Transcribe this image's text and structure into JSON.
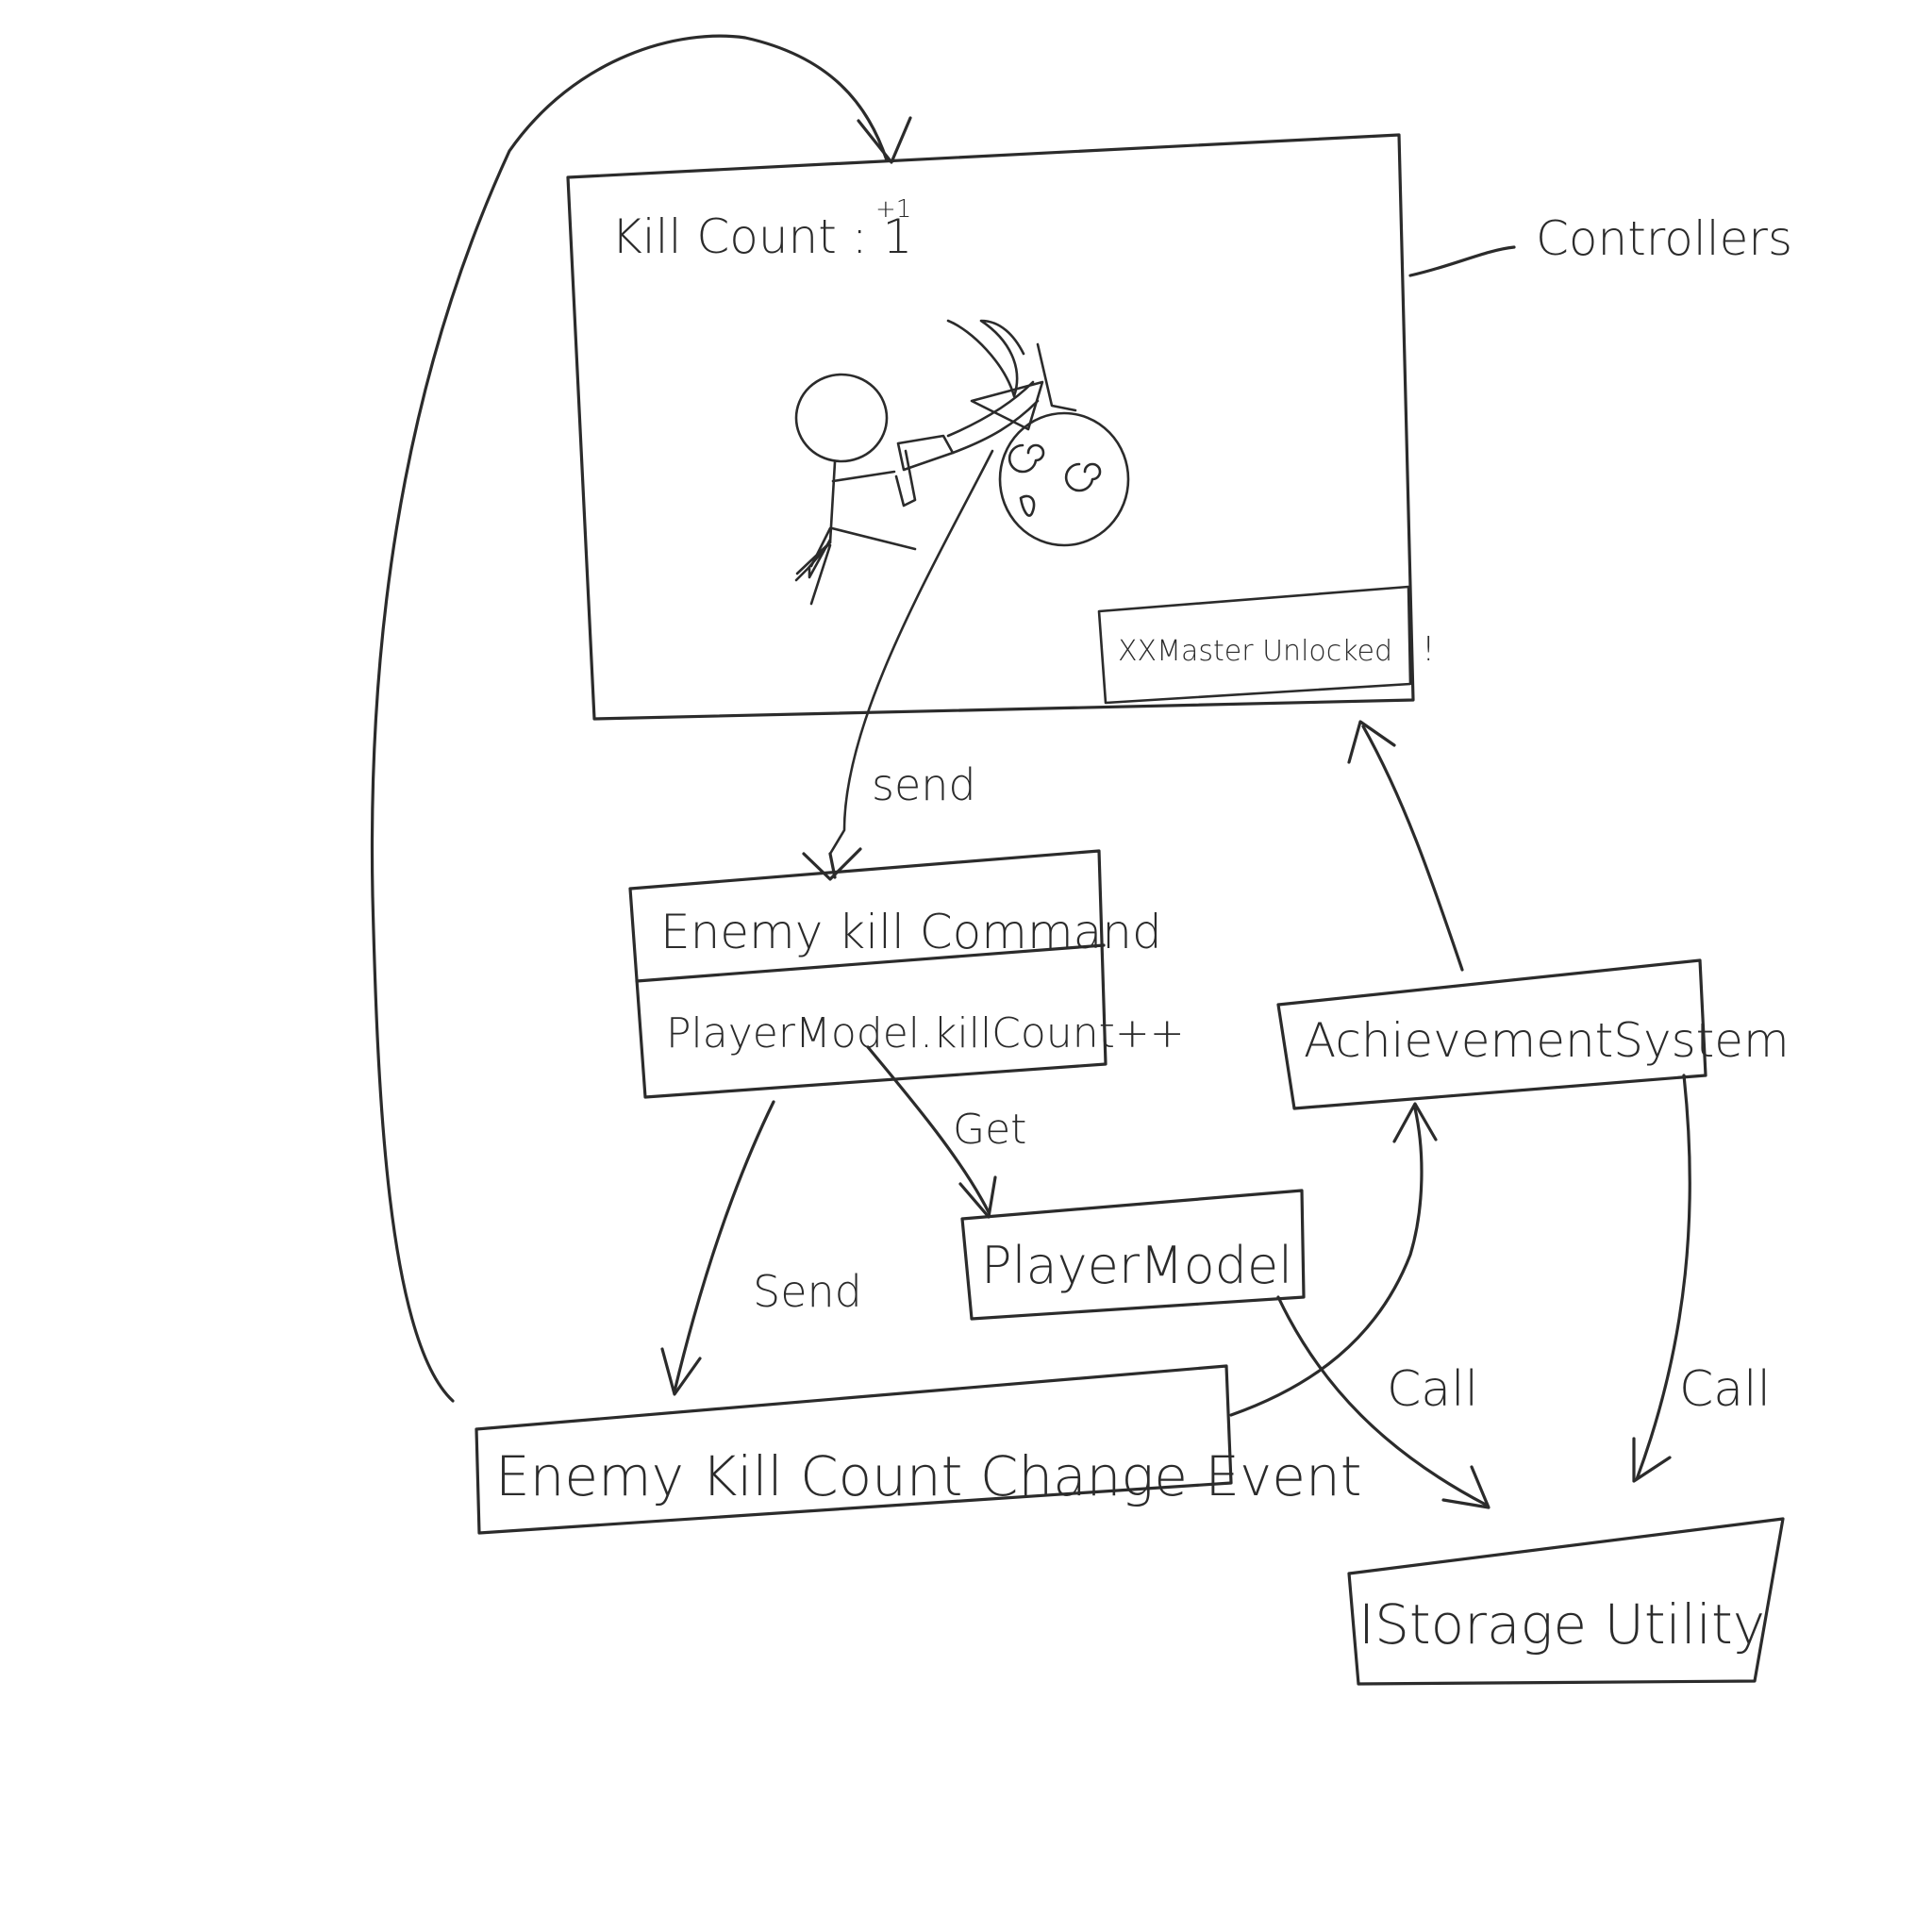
{
  "diagram": {
    "screen": {
      "kill_count_text": "Kill Count : 1",
      "kill_count_increment": "+1",
      "popup_text": "XXMaster Unlocked",
      "popup_exclaim": "!"
    },
    "labels": {
      "controllers": "Controllers",
      "send_top": "send",
      "send_left": "Send",
      "get": "Get",
      "call_model": "Call",
      "call_achievement": "Call"
    },
    "nodes": {
      "command_title": "Enemy kill Command",
      "command_action": "PlayerModel.killCount++",
      "player_model": "PlayerModel",
      "achievement_system": "AchievementSystem",
      "event": "Enemy Kill Count Change Event",
      "storage_utility": "IStorage Utility"
    }
  }
}
